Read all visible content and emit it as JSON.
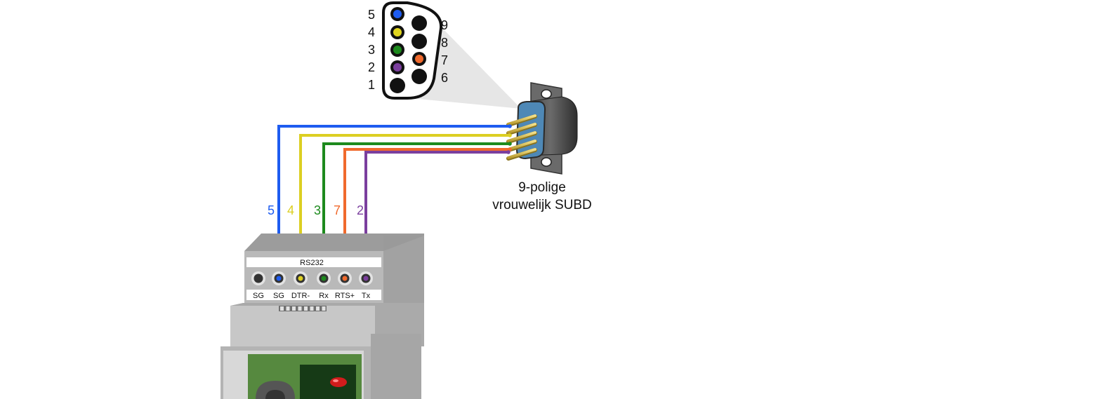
{
  "diagram": {
    "caption": {
      "line1": "9-polige",
      "line2": "vrouwelijk SUBD"
    },
    "connector_face": {
      "left_column_numbers": [
        "5",
        "4",
        "3",
        "2",
        "1"
      ],
      "right_column_numbers": [
        "9",
        "8",
        "7",
        "6"
      ],
      "pin_colors": {
        "5": "#1e5cf0",
        "4": "#e0d51f",
        "3": "#1d8a1d",
        "2": "#7b3f9e",
        "1": "#111111",
        "9": "#111111",
        "8": "#111111",
        "7": "#f06a2d",
        "6": "#111111"
      }
    },
    "wires": [
      {
        "number": "5",
        "color": "#1e5cf0"
      },
      {
        "number": "4",
        "color": "#dccf22"
      },
      {
        "number": "3",
        "color": "#1d8a1d"
      },
      {
        "number": "7",
        "color": "#f06a2d"
      },
      {
        "number": "2",
        "color": "#7b3f9e"
      }
    ],
    "module": {
      "header_label": "RS232",
      "terminals": [
        "SG",
        "SG",
        "DTR-",
        "Rx",
        "RTS+",
        "Tx"
      ]
    }
  }
}
